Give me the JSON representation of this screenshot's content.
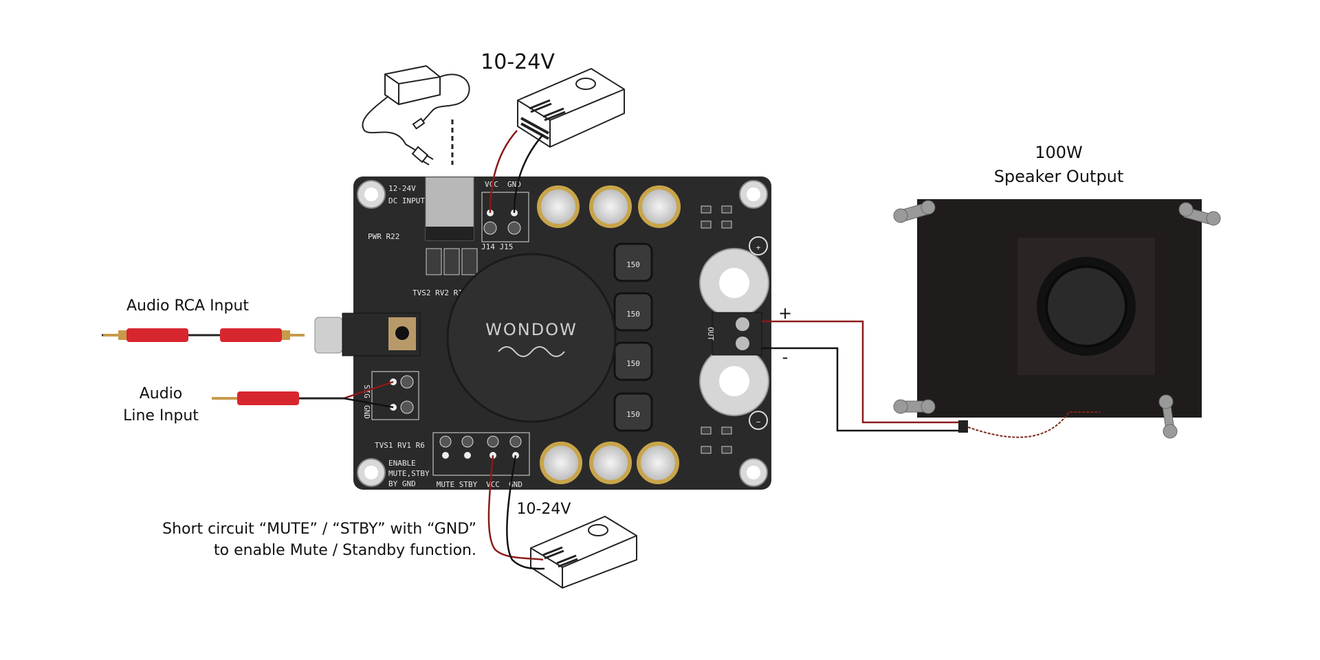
{
  "labels": {
    "top_voltage": "10-24V",
    "bottom_voltage": "10-24V",
    "speaker_power": "100W",
    "speaker_output": "Speaker Output",
    "rca_input": "Audio RCA Input",
    "line_input_1": "Audio",
    "line_input_2": "Line Input",
    "mute_note_1": "Short circuit “MUTE” / “STBY” with “GND”",
    "mute_note_2": "to enable Mute / Standby function.",
    "plus": "+",
    "minus": "-"
  },
  "board": {
    "brand": "WONDOW",
    "dc_input": "DC INPUT",
    "dc_range": "12-24V",
    "vcc": "VCC",
    "gnd": "GND",
    "j14_j15": "J14  J15",
    "sig": "SIG",
    "sig_gnd": "GND",
    "out": "OUT",
    "inductor": "150",
    "enable_1": "ENABLE",
    "enable_2": "MUTE,STBY",
    "enable_3": "BY  GND",
    "mute": "MUTE",
    "stby": "STBY",
    "vcc_bottom": "VCC",
    "gnd_bottom": "GND",
    "pwr": "PWR R22",
    "tvs2": "TVS2 RV2 R15",
    "tvs1": "TVS1  RV1 R6",
    "plus_mark": "+",
    "minus_mark": "−"
  },
  "colors": {
    "pcb": "#2b2a2a",
    "wire_positive": "#8b1a1a",
    "wire_negative": "#111111",
    "rca_red": "#d8262f",
    "speaker_body": "#1f1c1b"
  }
}
